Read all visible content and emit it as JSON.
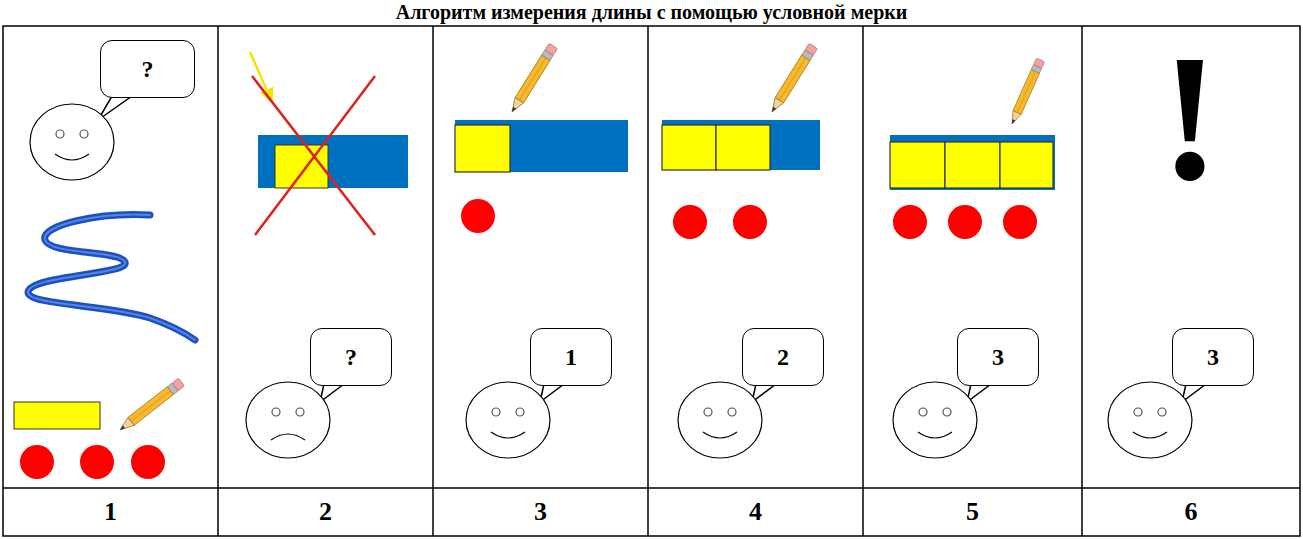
{
  "diagram": {
    "title": "Алгоритм измерения длины с помощью условной мерки",
    "nodes": [
      {
        "text": [
          "?"
        ]
      },
      {
        "text": [
          "?"
        ]
      },
      {
        "text": [
          "1"
        ]
      },
      {
        "text": [
          "2"
        ]
      },
      {
        "text": [
          "3"
        ]
      },
      {
        "text": [
          "3"
        ]
      }
    ],
    "labels": [
      "!",
      "1",
      "2",
      "3",
      "4",
      "5",
      "6"
    ]
  }
}
